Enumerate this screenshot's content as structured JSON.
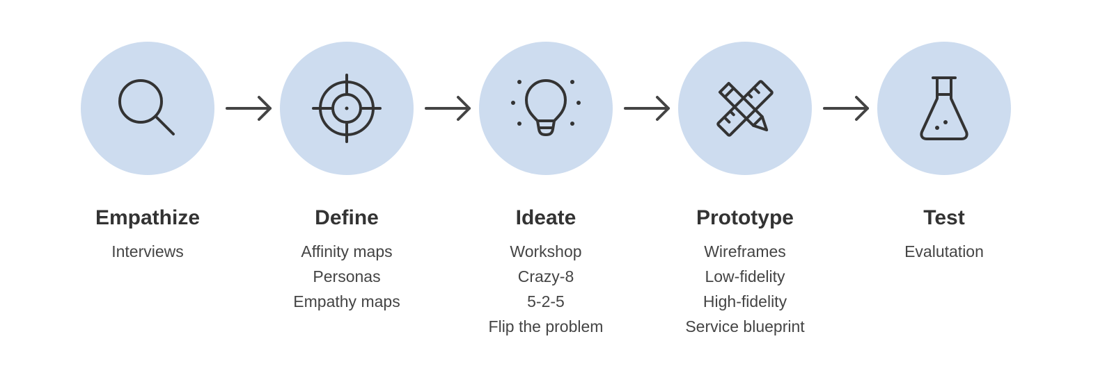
{
  "steps": [
    {
      "title": "Empathize",
      "icon": "magnifier-icon",
      "items": [
        "Interviews"
      ]
    },
    {
      "title": "Define",
      "icon": "crosshair-target-icon",
      "items": [
        "Affinity maps",
        "Personas",
        "Empathy maps"
      ]
    },
    {
      "title": "Ideate",
      "icon": "lightbulb-icon",
      "items": [
        "Workshop",
        "Crazy-8",
        "5-2-5",
        "Flip the problem"
      ]
    },
    {
      "title": "Prototype",
      "icon": "pencil-ruler-icon",
      "items": [
        "Wireframes",
        "Low-fidelity",
        "High-fidelity",
        "Service blueprint"
      ]
    },
    {
      "title": "Test",
      "icon": "flask-icon",
      "items": [
        "Evalutation"
      ]
    }
  ],
  "colors": {
    "circle_fill": "#cddcef",
    "icon_stroke": "#333333",
    "text": "#333333"
  }
}
